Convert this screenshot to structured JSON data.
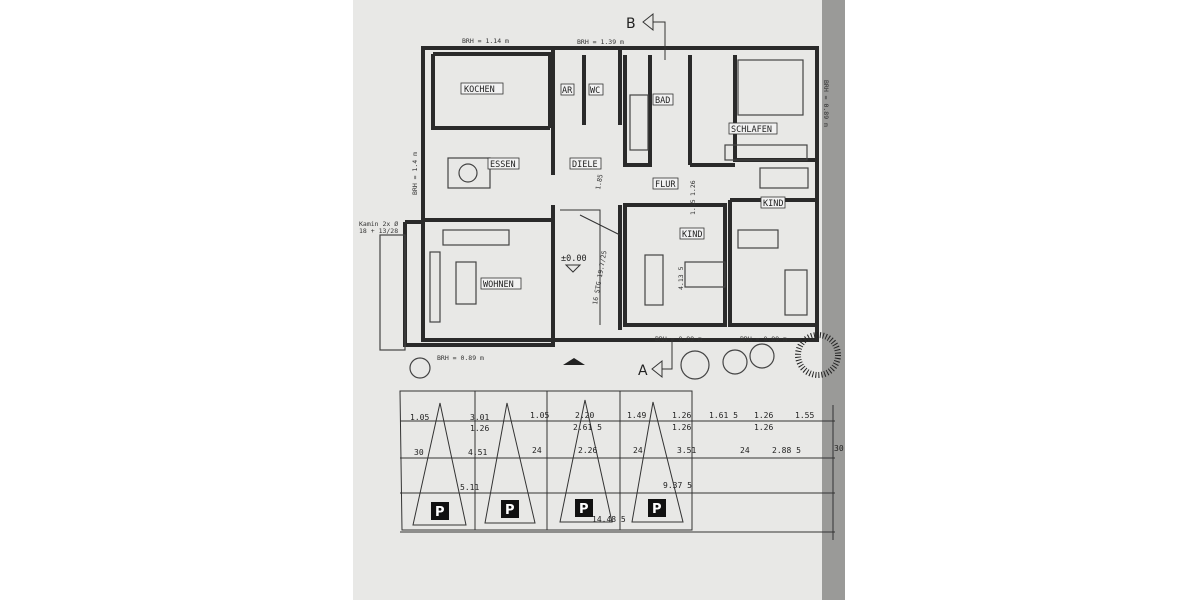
{
  "plan": {
    "rooms": {
      "kochen": "KOCHEN",
      "ar": "AR",
      "wc": "WC",
      "bad": "BAD",
      "schlafen": "SCHLAFEN",
      "essen": "ESSEN",
      "diele": "DIELE",
      "flur": "FLUR",
      "kind_1": "KIND",
      "kind_2": "KIND",
      "wohnen": "WOHNEN"
    },
    "level": "±0.00",
    "sections": {
      "b": "B",
      "a": "A"
    },
    "brh": {
      "kitchen": "BRH = 1.14 m",
      "bath": "BRH = 1.39 m",
      "dining": "BRH = 1.4 m",
      "living": "BRH = 0.89 m",
      "kind_mid": "BRH = 0.89 m",
      "kind_right": "BRH = 0.89 m",
      "schlafen": "BRH = 0.89 m"
    },
    "kamin": [
      "Kamin 2x Ø",
      "18 + 13/28"
    ],
    "stairs": "16 STG 19.7/25",
    "inner_dims": [
      "1.85",
      "1.26",
      "1.15",
      "4.13 5"
    ]
  },
  "dimensions": {
    "row1": [
      "1.05",
      "3.01",
      "1.05",
      "2.20",
      "1.49",
      "1.26",
      "1.61 5",
      "1.26",
      "1.55"
    ],
    "row1b": [
      "1.26",
      "2.61 5",
      "1.26",
      "1.26"
    ],
    "row2": [
      "30",
      "4.51",
      "24",
      "2.26",
      "24",
      "3.51",
      "24",
      "2.88 5",
      "30"
    ],
    "row3": [
      "5.11",
      "9.37 5"
    ],
    "total": "14.48 5"
  },
  "parking": {
    "label": "P",
    "count": 4
  }
}
